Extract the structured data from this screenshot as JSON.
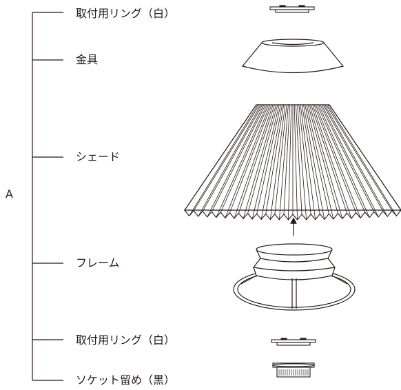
{
  "group_label": "A",
  "parts": [
    {
      "label": "取付用リング（白）",
      "icon": "mounting-ring-icon"
    },
    {
      "label": "金具",
      "icon": "fitting-icon"
    },
    {
      "label": "シェード",
      "icon": "pleated-shade-icon"
    },
    {
      "label": "フレーム",
      "icon": "frame-icon"
    },
    {
      "label": "取付用リング（白）",
      "icon": "mounting-ring-icon"
    },
    {
      "label": "ソケット留め（黒）",
      "icon": "socket-retainer-icon"
    }
  ],
  "colors": {
    "line": "#231815",
    "background": "#ffffff"
  }
}
